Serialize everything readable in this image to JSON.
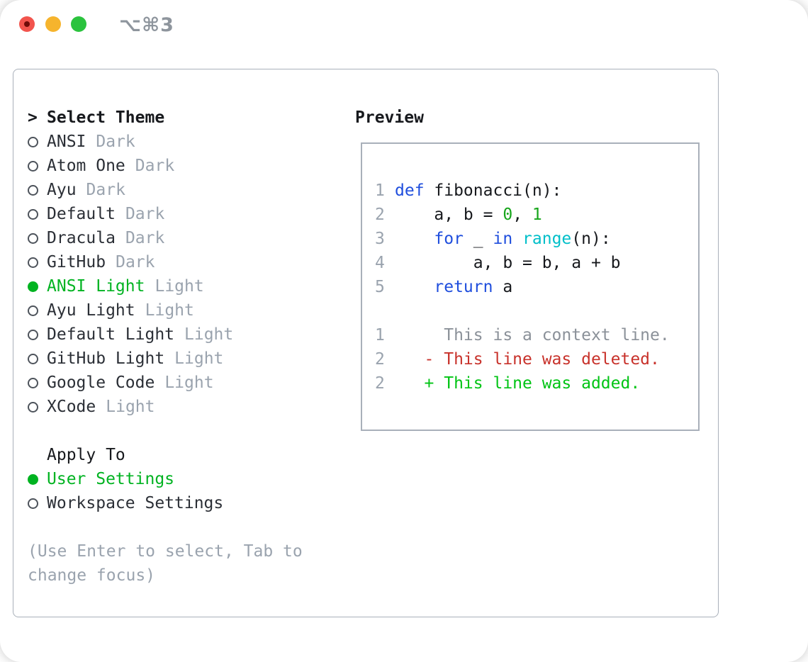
{
  "window": {
    "title": "⌥⌘3"
  },
  "theme_selector": {
    "header_prefix": ">",
    "header": "Select Theme",
    "items": [
      {
        "label": "ANSI",
        "variant": "Dark",
        "selected": false
      },
      {
        "label": "Atom One",
        "variant": "Dark",
        "selected": false
      },
      {
        "label": "Ayu",
        "variant": "Dark",
        "selected": false
      },
      {
        "label": "Default",
        "variant": "Dark",
        "selected": false
      },
      {
        "label": "Dracula",
        "variant": "Dark",
        "selected": false
      },
      {
        "label": "GitHub",
        "variant": "Dark",
        "selected": false
      },
      {
        "label": "ANSI Light",
        "variant": "Light",
        "selected": true
      },
      {
        "label": "Ayu Light",
        "variant": "Light",
        "selected": false
      },
      {
        "label": "Default Light",
        "variant": "Light",
        "selected": false
      },
      {
        "label": "GitHub Light",
        "variant": "Light",
        "selected": false
      },
      {
        "label": "Google Code",
        "variant": "Light",
        "selected": false
      },
      {
        "label": "XCode",
        "variant": "Light",
        "selected": false
      }
    ]
  },
  "apply_to": {
    "header": "Apply To",
    "options": [
      {
        "label": "User Settings",
        "selected": true
      },
      {
        "label": "Workspace Settings",
        "selected": false
      }
    ]
  },
  "hint": "(Use Enter to select, Tab to change focus)",
  "preview": {
    "header": "Preview",
    "code_lines": [
      {
        "num": "1",
        "segments": [
          {
            "t": "def",
            "c": "keyword"
          },
          {
            "t": " fibonacci(n):",
            "c": "plain"
          }
        ]
      },
      {
        "num": "2",
        "segments": [
          {
            "t": "    a, b = ",
            "c": "plain"
          },
          {
            "t": "0",
            "c": "number"
          },
          {
            "t": ", ",
            "c": "plain"
          },
          {
            "t": "1",
            "c": "number"
          }
        ]
      },
      {
        "num": "3",
        "segments": [
          {
            "t": "    ",
            "c": "plain"
          },
          {
            "t": "for",
            "c": "keyword"
          },
          {
            "t": " _ ",
            "c": "plain"
          },
          {
            "t": "in",
            "c": "keyword"
          },
          {
            "t": " ",
            "c": "plain"
          },
          {
            "t": "range",
            "c": "builtin"
          },
          {
            "t": "(n):",
            "c": "plain"
          }
        ]
      },
      {
        "num": "4",
        "segments": [
          {
            "t": "        a, b = b, a + b",
            "c": "plain"
          }
        ]
      },
      {
        "num": "5",
        "segments": [
          {
            "t": "    ",
            "c": "plain"
          },
          {
            "t": "return",
            "c": "keyword"
          },
          {
            "t": " a",
            "c": "plain"
          }
        ]
      }
    ],
    "diff_lines": [
      {
        "num": "1",
        "segments": [
          {
            "t": "     This is a context line.",
            "c": "context"
          }
        ]
      },
      {
        "num": "2",
        "segments": [
          {
            "t": "   ",
            "c": "plain"
          },
          {
            "t": "- This line was deleted.",
            "c": "deleted"
          }
        ]
      },
      {
        "num": "2",
        "segments": [
          {
            "t": "   ",
            "c": "plain"
          },
          {
            "t": "+ This line was added.",
            "c": "added"
          }
        ]
      }
    ]
  },
  "colors": {
    "accent_green": "#00b321",
    "keyword_blue": "#1f4edd",
    "builtin_cyan": "#00bfc9",
    "number_green": "#17a51b",
    "diff_red": "#c8322b",
    "diff_added_green": "#00c414",
    "context_gray": "#8b9199",
    "muted_gray": "#9aa3ae",
    "text_dark": "#17191d",
    "item_text": "#2b2f36",
    "border_gray": "#a9b0ba",
    "radio_outline": "#4d535b",
    "titlebar_gray": "#8e959d",
    "traffic_red": "#f2544d",
    "traffic_red_dot": "#700b08",
    "traffic_yellow": "#f6b42d",
    "traffic_green": "#2bc33e"
  }
}
